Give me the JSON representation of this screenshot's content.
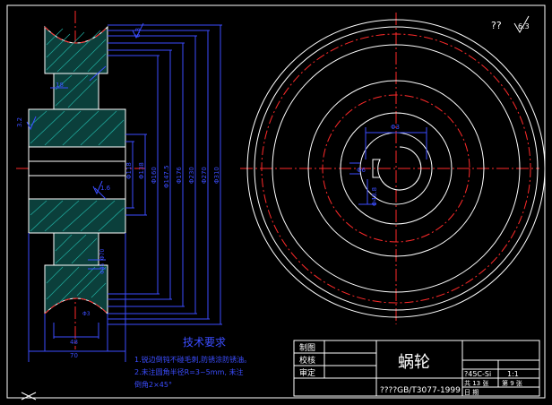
{
  "drawing": {
    "title": "蜗轮",
    "material": "?45C-Si",
    "scale": "1:1",
    "sheet_total": "共 13 张",
    "sheet_no": "第 9 张",
    "standard": "????GB/T3077-1999",
    "tb_labels": {
      "drawn": "制图",
      "checked": "校核",
      "approved": "审定",
      "date": "日 期"
    },
    "corner_marks": [
      "??",
      "6.3"
    ],
    "tech_req_title": "技术要求",
    "tech_req_lines": [
      "1.锐边倒钝不碰毛刺,防锈涂防锈油。",
      "2.未注圆角半径R=3~5mm, 未注",
      "倒角2×45°"
    ]
  },
  "dims_left": {
    "top_roughness": "6.3",
    "keyway_width": "18",
    "right_dims": [
      "Φ118",
      "Φ138",
      "Φ160",
      "Φ147.5",
      "Φ176",
      "Φ230",
      "Φ270",
      "Φ310"
    ],
    "small_dims": [
      "Φ70",
      "Φ45",
      "Φ3"
    ],
    "width_inner": "48",
    "width_outer": "70",
    "roughness_mid": "1.6",
    "roughness_left": "3.2"
  },
  "dims_right": {
    "bore_top": "Φ3",
    "bore_key": "Φ6",
    "bore_side": "Φ48.8"
  }
}
